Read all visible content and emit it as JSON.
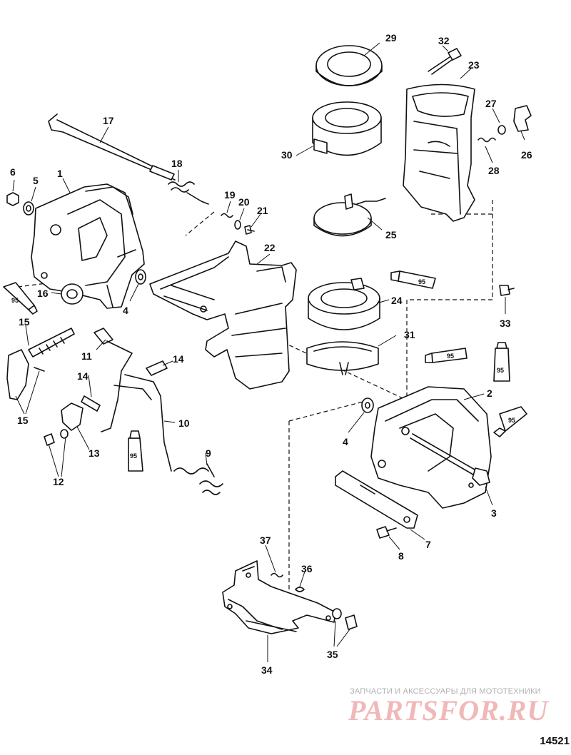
{
  "diagram": {
    "callouts": [
      "1",
      "2",
      "3",
      "4",
      "4",
      "5",
      "6",
      "7",
      "8",
      "9",
      "10",
      "11",
      "12",
      "13",
      "14",
      "14",
      "15",
      "15",
      "16",
      "17",
      "18",
      "19",
      "20",
      "21",
      "22",
      "23",
      "24",
      "25",
      "26",
      "27",
      "28",
      "29",
      "30",
      "31",
      "32",
      "33",
      "34",
      "35",
      "36",
      "37"
    ],
    "lubricant_label": "95"
  },
  "watermark": {
    "caption": "ЗАПЧАСТИ И АКСЕССУАРЫ ДЛЯ МОТОТЕХНИКИ",
    "logo": "PARTSFOR.RU"
  },
  "drawing_number": "14521"
}
